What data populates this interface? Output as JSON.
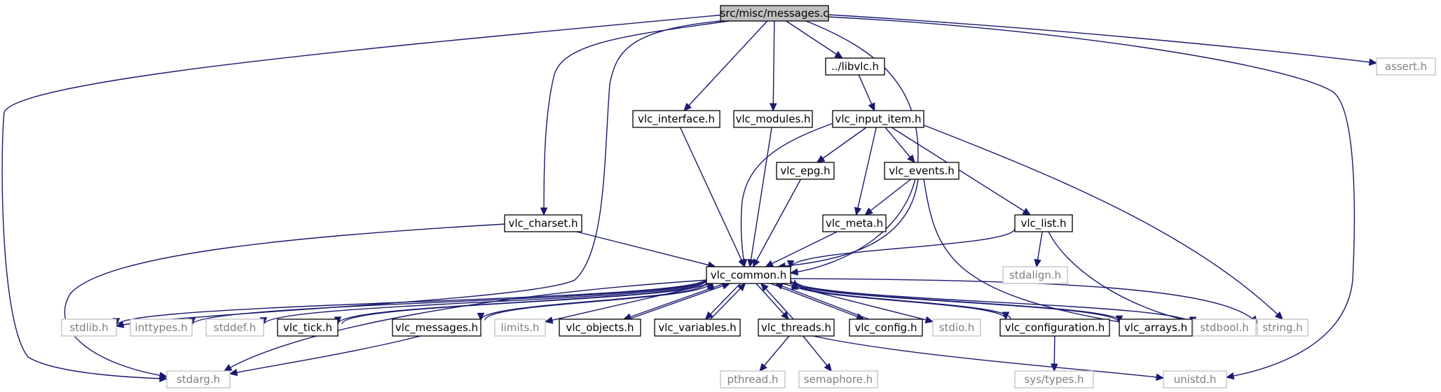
{
  "diagram": {
    "type": "include-dependency-graph",
    "root": "src/misc/messages.c",
    "nodes": [
      {
        "id": "messages_c",
        "label": "src/misc/messages.c",
        "kind": "root",
        "interactable": false
      },
      {
        "id": "libvlc_h",
        "label": "../libvlc.h",
        "kind": "local",
        "interactable": true
      },
      {
        "id": "assert_h",
        "label": "assert.h",
        "kind": "sys",
        "interactable": false
      },
      {
        "id": "vlc_interface_h",
        "label": "vlc_interface.h",
        "kind": "local",
        "interactable": true
      },
      {
        "id": "vlc_modules_h",
        "label": "vlc_modules.h",
        "kind": "local",
        "interactable": true
      },
      {
        "id": "vlc_input_item_h",
        "label": "vlc_input_item.h",
        "kind": "local",
        "interactable": true
      },
      {
        "id": "vlc_epg_h",
        "label": "vlc_epg.h",
        "kind": "local",
        "interactable": true
      },
      {
        "id": "vlc_events_h",
        "label": "vlc_events.h",
        "kind": "local",
        "interactable": true
      },
      {
        "id": "vlc_charset_h",
        "label": "vlc_charset.h",
        "kind": "local",
        "interactable": true
      },
      {
        "id": "vlc_meta_h",
        "label": "vlc_meta.h",
        "kind": "local",
        "interactable": true
      },
      {
        "id": "vlc_list_h",
        "label": "vlc_list.h",
        "kind": "local",
        "interactable": true
      },
      {
        "id": "vlc_common_h",
        "label": "vlc_common.h",
        "kind": "local",
        "interactable": true
      },
      {
        "id": "stdalign_h",
        "label": "stdalign.h",
        "kind": "sys",
        "interactable": false
      },
      {
        "id": "stdlib_h",
        "label": "stdlib.h",
        "kind": "sys",
        "interactable": false
      },
      {
        "id": "inttypes_h",
        "label": "inttypes.h",
        "kind": "sys",
        "interactable": false
      },
      {
        "id": "stddef_h",
        "label": "stddef.h",
        "kind": "sys",
        "interactable": false
      },
      {
        "id": "vlc_tick_h",
        "label": "vlc_tick.h",
        "kind": "local",
        "interactable": true
      },
      {
        "id": "vlc_messages_h",
        "label": "vlc_messages.h",
        "kind": "local",
        "interactable": true
      },
      {
        "id": "limits_h",
        "label": "limits.h",
        "kind": "sys",
        "interactable": false
      },
      {
        "id": "vlc_objects_h",
        "label": "vlc_objects.h",
        "kind": "local",
        "interactable": true
      },
      {
        "id": "vlc_variables_h",
        "label": "vlc_variables.h",
        "kind": "local",
        "interactable": true
      },
      {
        "id": "vlc_threads_h",
        "label": "vlc_threads.h",
        "kind": "local",
        "interactable": true
      },
      {
        "id": "vlc_config_h",
        "label": "vlc_config.h",
        "kind": "local",
        "interactable": true
      },
      {
        "id": "stdio_h",
        "label": "stdio.h",
        "kind": "sys",
        "interactable": false
      },
      {
        "id": "vlc_configuration_h",
        "label": "vlc_configuration.h",
        "kind": "local",
        "interactable": true
      },
      {
        "id": "vlc_arrays_h",
        "label": "vlc_arrays.h",
        "kind": "local",
        "interactable": true
      },
      {
        "id": "stdbool_h",
        "label": "stdbool.h",
        "kind": "sys",
        "interactable": false
      },
      {
        "id": "string_h",
        "label": "string.h",
        "kind": "sys",
        "interactable": false
      },
      {
        "id": "stdarg_h",
        "label": "stdarg.h",
        "kind": "sys",
        "interactable": false
      },
      {
        "id": "pthread_h",
        "label": "pthread.h",
        "kind": "sys",
        "interactable": false
      },
      {
        "id": "semaphore_h",
        "label": "semaphore.h",
        "kind": "sys",
        "interactable": false
      },
      {
        "id": "sys_types_h",
        "label": "sys/types.h",
        "kind": "sys",
        "interactable": false
      },
      {
        "id": "unistd_h",
        "label": "unistd.h",
        "kind": "sys",
        "interactable": false
      }
    ],
    "edges": [
      [
        "messages_c",
        "libvlc_h"
      ],
      [
        "messages_c",
        "assert_h"
      ],
      [
        "messages_c",
        "vlc_interface_h"
      ],
      [
        "messages_c",
        "vlc_modules_h"
      ],
      [
        "messages_c",
        "vlc_charset_h"
      ],
      [
        "messages_c",
        "vlc_common_h"
      ],
      [
        "messages_c",
        "stdlib_h"
      ],
      [
        "messages_c",
        "stdarg_h"
      ],
      [
        "messages_c",
        "unistd_h"
      ],
      [
        "libvlc_h",
        "vlc_input_item_h"
      ],
      [
        "vlc_interface_h",
        "vlc_common_h"
      ],
      [
        "vlc_modules_h",
        "vlc_common_h"
      ],
      [
        "vlc_input_item_h",
        "vlc_common_h"
      ],
      [
        "vlc_input_item_h",
        "vlc_epg_h"
      ],
      [
        "vlc_input_item_h",
        "vlc_meta_h"
      ],
      [
        "vlc_input_item_h",
        "vlc_events_h"
      ],
      [
        "vlc_input_item_h",
        "vlc_list_h"
      ],
      [
        "vlc_input_item_h",
        "string_h"
      ],
      [
        "vlc_epg_h",
        "vlc_common_h"
      ],
      [
        "vlc_events_h",
        "vlc_meta_h"
      ],
      [
        "vlc_events_h",
        "vlc_common_h"
      ],
      [
        "vlc_events_h",
        "vlc_arrays_h"
      ],
      [
        "vlc_meta_h",
        "vlc_common_h"
      ],
      [
        "vlc_charset_h",
        "vlc_common_h"
      ],
      [
        "vlc_charset_h",
        "stdarg_h"
      ],
      [
        "vlc_list_h",
        "vlc_common_h"
      ],
      [
        "vlc_list_h",
        "stdalign_h"
      ],
      [
        "vlc_list_h",
        "stdbool_h"
      ],
      [
        "vlc_common_h",
        "stdlib_h"
      ],
      [
        "vlc_common_h",
        "inttypes_h"
      ],
      [
        "vlc_common_h",
        "stddef_h"
      ],
      [
        "vlc_common_h",
        "vlc_tick_h"
      ],
      [
        "vlc_common_h",
        "vlc_messages_h"
      ],
      [
        "vlc_common_h",
        "limits_h"
      ],
      [
        "vlc_common_h",
        "vlc_objects_h"
      ],
      [
        "vlc_common_h",
        "vlc_variables_h"
      ],
      [
        "vlc_common_h",
        "vlc_threads_h"
      ],
      [
        "vlc_common_h",
        "vlc_config_h"
      ],
      [
        "vlc_common_h",
        "stdio_h"
      ],
      [
        "vlc_common_h",
        "vlc_configuration_h"
      ],
      [
        "vlc_common_h",
        "vlc_arrays_h"
      ],
      [
        "vlc_common_h",
        "stdbool_h"
      ],
      [
        "vlc_common_h",
        "string_h"
      ],
      [
        "vlc_common_h",
        "stdarg_h"
      ],
      [
        "vlc_tick_h",
        "vlc_common_h"
      ],
      [
        "vlc_messages_h",
        "vlc_common_h"
      ],
      [
        "vlc_objects_h",
        "vlc_common_h"
      ],
      [
        "vlc_variables_h",
        "vlc_common_h"
      ],
      [
        "vlc_threads_h",
        "vlc_common_h"
      ],
      [
        "vlc_config_h",
        "vlc_common_h"
      ],
      [
        "vlc_configuration_h",
        "vlc_common_h"
      ],
      [
        "vlc_arrays_h",
        "vlc_common_h"
      ],
      [
        "vlc_messages_h",
        "stdarg_h"
      ],
      [
        "vlc_threads_h",
        "pthread_h"
      ],
      [
        "vlc_threads_h",
        "semaphore_h"
      ],
      [
        "vlc_threads_h",
        "unistd_h"
      ],
      [
        "vlc_configuration_h",
        "sys_types_h"
      ]
    ]
  }
}
